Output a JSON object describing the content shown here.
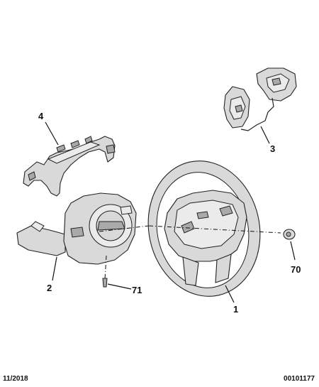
{
  "callouts": {
    "part_1": "1",
    "part_2": "2",
    "part_3": "3",
    "part_4": "4",
    "part_70": "70",
    "part_71": "71"
  },
  "footer": {
    "date": "11/2018",
    "reference": "00101177"
  }
}
